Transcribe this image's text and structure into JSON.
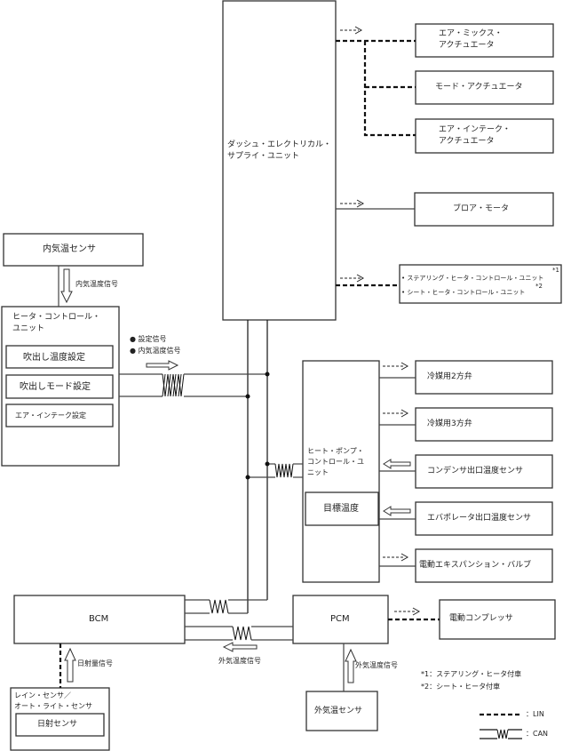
{
  "units": {
    "dash_unit": "ダッシュ・エレクトリカル・\nサプライ・ユニット",
    "air_mix_actuator": "エア・ミックス・\nアクチュエータ",
    "mode_actuator": "モード・アクチュエータ",
    "air_intake_actuator": "エア・インテーク・\nアクチュエータ",
    "blower_motor": "ブロア・モータ",
    "steering_heater_unit": "• ステアリング・ヒータ・コントロール・ユニット",
    "steering_heater_note": "*1",
    "seat_heater_unit": "• シート・ヒータ・コントロール・ユニット",
    "seat_heater_note": "*2",
    "cabin_temp_sensor": "内気温センサ",
    "heater_control_unit": "ヒータ・コントロール・\nユニット",
    "outlet_temp_setting": "吹出し温度設定",
    "outlet_mode_setting": "吹出しモード設定",
    "air_intake_setting": "エア・インテーク設定",
    "heat_pump_unit": "ヒート・ポンプ・\nコントロール・ユ\nニット",
    "target_temp": "目標温度",
    "refrigerant_2way_valve": "冷媒用2方弁",
    "refrigerant_3way_valve": "冷媒用3方弁",
    "condenser_outlet_sensor": "コンデンサ出口温度センサ",
    "evaporator_outlet_sensor": "エバポレータ出口温度センサ",
    "electric_expansion_valve": "電動エキスパンション・バルブ",
    "bcm": "BCM",
    "pcm": "PCM",
    "electric_compressor": "電動コンプレッサ",
    "rain_light_sensor": "レイン・センサ／\nオート・ライト・センサ",
    "solar_sensor": "日射センサ",
    "outside_temp_sensor": "外気温センサ"
  },
  "signals": {
    "cabin_temp_signal": "内気温度信号",
    "setting_signal": "● 設定信号",
    "cabin_temp_signal_bullet": "● 内気温度信号",
    "outside_temp_signal_bcm": "外気温度信号",
    "solar_signal": "日射量信号",
    "outside_temp_signal_pcm": "外気温度信号"
  },
  "notes": {
    "note1": "*1：ステアリング・ヒータ付車",
    "note2": "*2：シート・ヒータ付車"
  },
  "legend": {
    "lin": "：LIN",
    "can": "：CAN"
  }
}
